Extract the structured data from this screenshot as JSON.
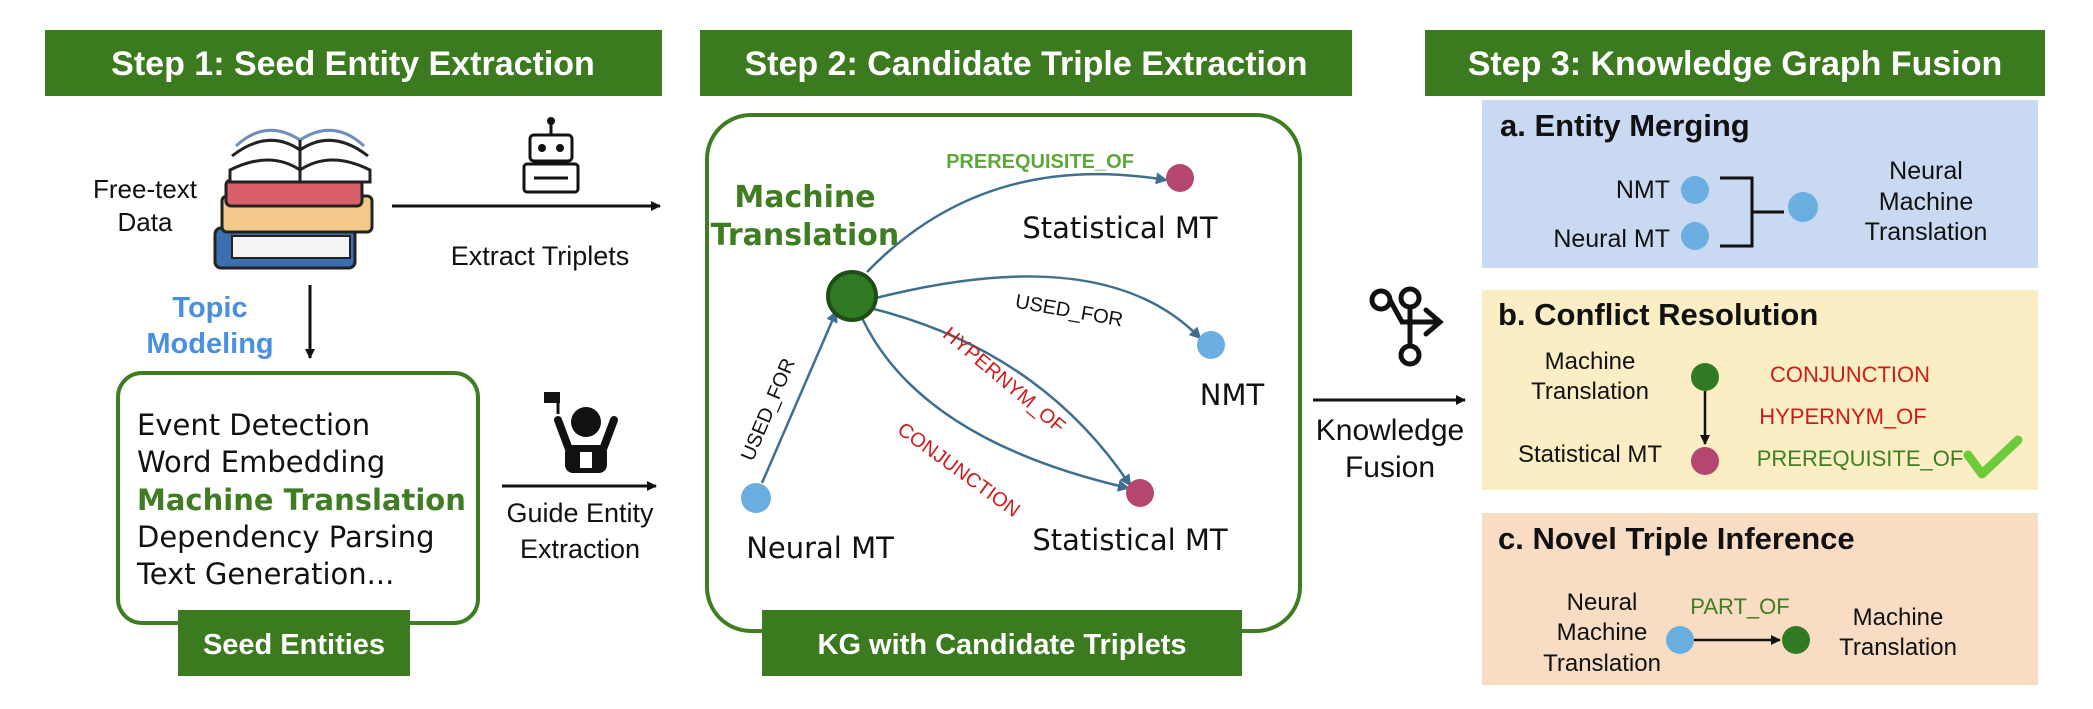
{
  "step1": {
    "title": "Step 1: Seed Entity Extraction",
    "free_text": [
      "Free-text",
      "Data"
    ],
    "extract_label": "Extract Triplets",
    "topic_modeling": [
      "Topic",
      "Modeling"
    ],
    "seed_entities": [
      "Event Detection",
      "Word Embedding",
      "Machine Translation",
      "Dependency Parsing",
      "Text Generation..."
    ],
    "seed_box_label": "Seed Entities",
    "guide_label": [
      "Guide Entity",
      "Extraction"
    ]
  },
  "step2": {
    "title": "Step 2: Candidate Triple Extraction",
    "center_node": [
      "Machine",
      "Translation"
    ],
    "relations": {
      "prerequisite_of": "PREREQUISITE_OF",
      "used_for_top": "USED_FOR",
      "used_for_left": "USED_FOR",
      "hypernym_of": "HYPERNYM_OF",
      "conjunction": "CONJUNCTION"
    },
    "nodes": {
      "statistical_top": "Statistical MT",
      "nmt": "NMT",
      "statistical_bottom": "Statistical MT",
      "neural": "Neural MT"
    },
    "kg_label": "KG with Candidate Triplets"
  },
  "fusion": [
    "Knowledge",
    "Fusion"
  ],
  "step3": {
    "title": "Step 3: Knowledge Graph Fusion",
    "a": {
      "title": "a.  Entity Merging",
      "nmt": "NMT",
      "neural": "Neural MT",
      "merged": [
        "Neural",
        "Machine",
        "Translation"
      ]
    },
    "b": {
      "title": "b. Conflict Resolution",
      "machine": [
        "Machine",
        "Translation"
      ],
      "statistical": "Statistical MT",
      "conjunction": "CONJUNCTION",
      "hypernym": "HYPERNYM_OF",
      "prerequisite": "PREREQUISITE_OF"
    },
    "c": {
      "title": "c. Novel Triple Inference",
      "neural": [
        "Neural",
        "Machine",
        "Translation"
      ],
      "relation": "PART_OF",
      "machine": [
        "Machine",
        "Translation"
      ]
    }
  },
  "colors": {
    "header_green": "#3b7a1e",
    "box_green": "#3f7d22",
    "node_blue": "#6aaee2",
    "node_red": "#b54670",
    "node_green": "#2f7a22",
    "edge": "#3f6f8f",
    "relation_red": "#cc1b1b",
    "relation_green": "#5ea73a",
    "topic_blue": "#4a8fe0",
    "panel_a": "#c9d9f2",
    "panel_b": "#fbeec4",
    "panel_c": "#f8dcc4"
  }
}
